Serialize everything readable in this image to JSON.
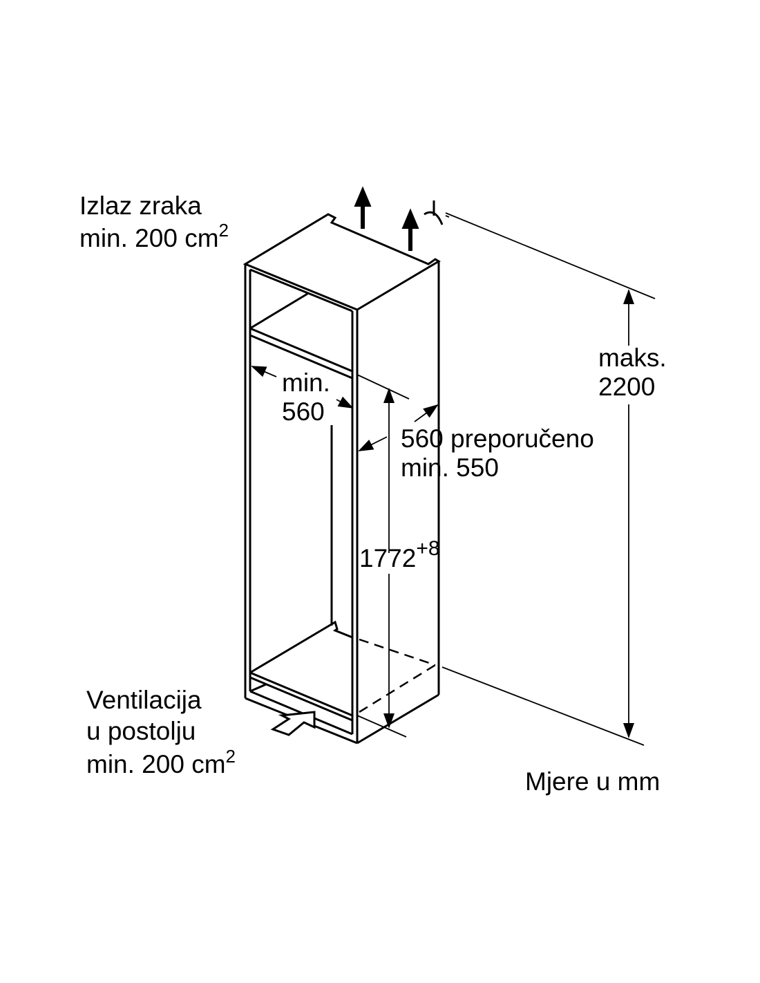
{
  "labels": {
    "air_outlet_line1": "Izlaz zraka",
    "air_outlet_line2": "min. 200 cm",
    "air_outlet_sup": "2",
    "max_height_line1": "maks.",
    "max_height_line2": "2200",
    "niche_width_line1": "min.",
    "niche_width_line2": "560",
    "depth_line1": "560 preporučeno",
    "depth_line2": "min. 550",
    "niche_height": "1772",
    "niche_height_tolerance": "+8",
    "plinth_vent_line1": "Ventilacija",
    "plinth_vent_line2": "u postolju",
    "plinth_vent_line3": "min. 200 cm",
    "plinth_vent_sup": "2",
    "units_note": "Mjere u mm"
  }
}
